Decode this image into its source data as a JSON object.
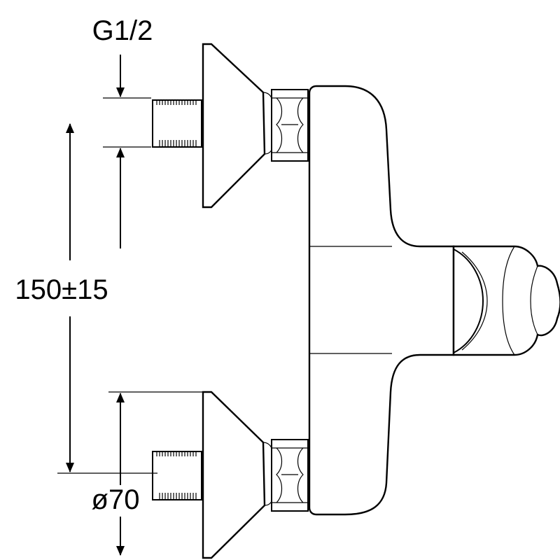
{
  "dimensions": {
    "thread": "G1/2",
    "centers": "150±15",
    "diameter": "ø70"
  },
  "colors": {
    "stroke": "#000000",
    "background": "#ffffff"
  }
}
